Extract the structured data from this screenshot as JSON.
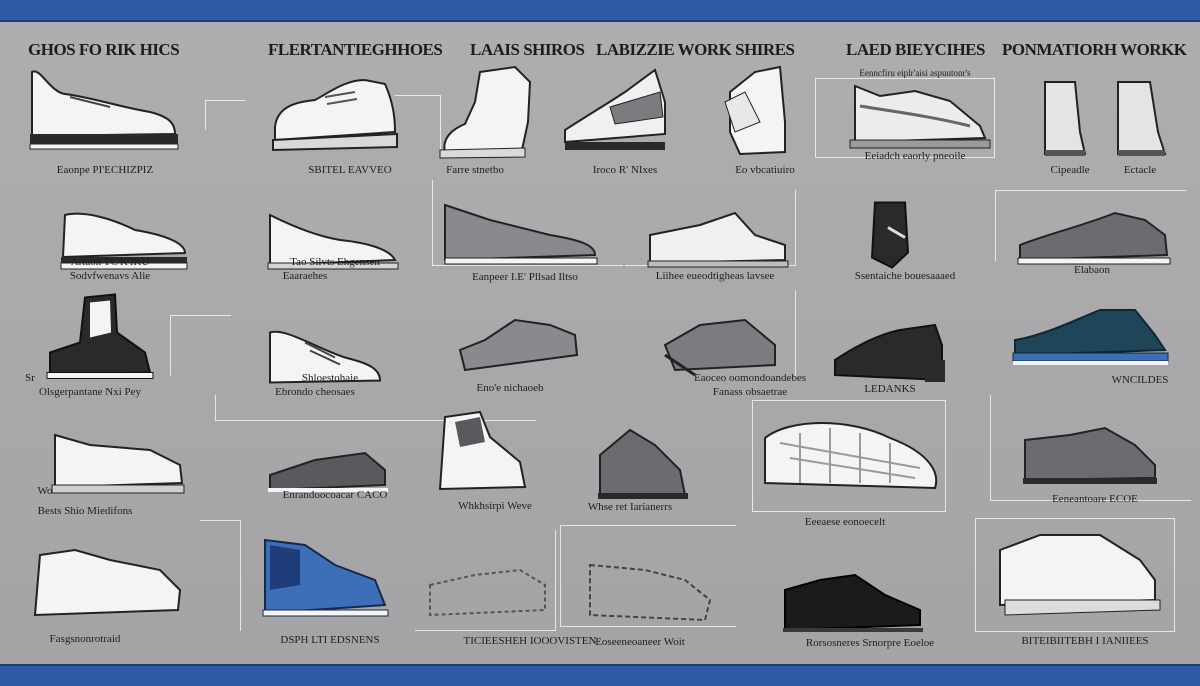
{
  "columns": [
    {
      "title": "GHOS FO RIK HICS"
    },
    {
      "title": "FLERTANTIEGHHOES"
    },
    {
      "title": "LAAIS SHIROS"
    },
    {
      "title": "LABIZZIE WORK SHIRES"
    },
    {
      "title": "LAED BIEYCIHES"
    },
    {
      "title": "PONMATIORH WORKK"
    }
  ],
  "labels": {
    "r1c1": "Eaonpe PI'ECHIZPIZ",
    "r1c2": "SBITEL EAVVEO",
    "r1c3a": "Farre stnetbo",
    "r1c3b": "Iroco R' NIxes",
    "r1c4": "Eo vbcatiuiro",
    "r1c5head": "Eenncfiru eiplr'aisi aspuutonr's",
    "r1c5": "Eeiadch eaorly pneoile",
    "r1c6a": "Cipeadle",
    "r1c6b": "Ectacle",
    "r2c1a": "Artaon TC'K'IKU",
    "r2c1b": "Sodvfwenavs Alie",
    "r2c2": "Eaaraehes",
    "r2c2b": "Tao Silvts Ehgensen",
    "r2c3": "Eanpeer I.E' Pllsad   Iltso",
    "r2c4": "Liihee eueodtigheas lavsee",
    "r2c5": "Ssentaiche bouesaaaed",
    "r2c6": "Elabaon",
    "r3c1a": "Sr",
    "r3c1b": "Olsgerpantane Nxi Pey",
    "r3c2": "Shloestohaie",
    "r3c2b": "Ebrondo cheosaes",
    "r3c3": "Eno'e nichaoeb",
    "r3c4a": "Eaoceo oomondoandebes",
    "r3c4b": "Fanass obsaetrae",
    "r3c5": "LEDANKS",
    "r3c6": "WNCILDES",
    "r4c1a": "Wo",
    "r4c1b": "Bests Shio Miedifons",
    "r4c2": "Enrandoocoacar CACO",
    "r4c3": "Whkhsirpi Weve",
    "r4c4": "Whse ret Iarianerrs",
    "r4c5": "Eeeaese eonoecelt",
    "r4c6": "Eeneantoare ECOE",
    "r5c1": "Fasgsnonrotraid",
    "r5c2": "DSPH LTI EDSNENS",
    "r5c3": "TICIEESHEH IOOOVISTEN",
    "r5c4": "Eoseeneoaneer Woit",
    "r5c5": "Rorsosneres Srnorpre Eoeloe",
    "r5c6": "BITEIBIITEBH I IANIIEES"
  },
  "colors": {
    "band": "#2f5aa8",
    "background": "#a9a9ab",
    "shoe_white": "#f4f4f4",
    "shoe_dark": "#2a2a2c",
    "shoe_gray": "#6c6c70",
    "shoe_blue": "#3d6fb8",
    "shoe_teal": "#1f4658"
  }
}
